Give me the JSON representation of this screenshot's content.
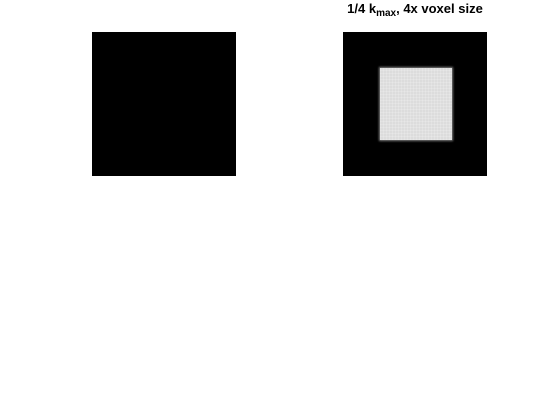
{
  "figure": {
    "background": "#ffffff",
    "panels": [
      {
        "id": "left",
        "title": "",
        "image": "uniform black field"
      },
      {
        "id": "right",
        "title_main": "1/4 k",
        "title_sub": "max",
        "title_rest": ", 4x voxel size",
        "image": "black field with centered light-gray square"
      }
    ]
  },
  "colors": {
    "field": "#000000",
    "square": "#dcdcdc"
  }
}
